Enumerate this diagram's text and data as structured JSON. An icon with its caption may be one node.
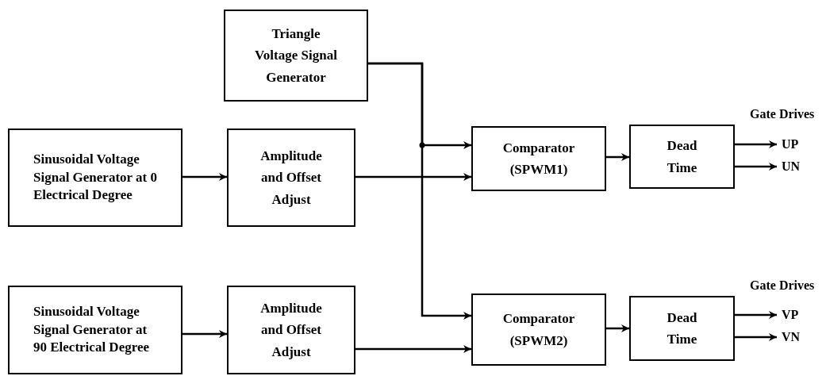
{
  "diagram": {
    "nodes": [
      {
        "text": [
          "Triangle Voltage Signal Generator"
        ]
      },
      {
        "text": [
          "Sinusoidal Voltage Signal Generator at 0 Electrical Degree"
        ]
      },
      {
        "text": [
          "Amplitude and Offset Adjust"
        ]
      },
      {
        "text": [
          "Comparator (SPWM1)"
        ]
      },
      {
        "text": [
          "Dead Time"
        ]
      },
      {
        "text": [
          "UP"
        ]
      },
      {
        "text": [
          "UN"
        ]
      },
      {
        "text": [
          "Sinusoidal Voltage Signal Generator at 90 Electrical Degree"
        ]
      },
      {
        "text": [
          "Amplitude and Offset Adjust"
        ]
      },
      {
        "text": [
          "Comparator (SPWM2)"
        ]
      },
      {
        "text": [
          "Dead Time"
        ]
      },
      {
        "text": [
          "VP"
        ]
      },
      {
        "text": [
          "VN"
        ]
      }
    ],
    "edges": [
      {
        "from": 1,
        "to": 2,
        "arrow": "to"
      },
      {
        "from": 0,
        "to": 3,
        "arrow": "to"
      },
      {
        "from": 2,
        "to": 3,
        "arrow": "to"
      },
      {
        "from": 0,
        "to": 9,
        "arrow": "to"
      },
      {
        "from": 8,
        "to": 9,
        "arrow": "to"
      },
      {
        "from": 3,
        "to": 4,
        "arrow": "to"
      },
      {
        "from": 4,
        "to": 5,
        "arrow": "to"
      },
      {
        "from": 4,
        "to": 6,
        "arrow": "to"
      },
      {
        "from": 7,
        "to": 8,
        "arrow": "to"
      },
      {
        "from": 9,
        "to": 10,
        "arrow": "to"
      },
      {
        "from": 10,
        "to": 11,
        "arrow": "to"
      },
      {
        "from": 10,
        "to": 12,
        "arrow": "to"
      }
    ],
    "labels": [
      "Gate Drives",
      "Gate Drives"
    ]
  }
}
